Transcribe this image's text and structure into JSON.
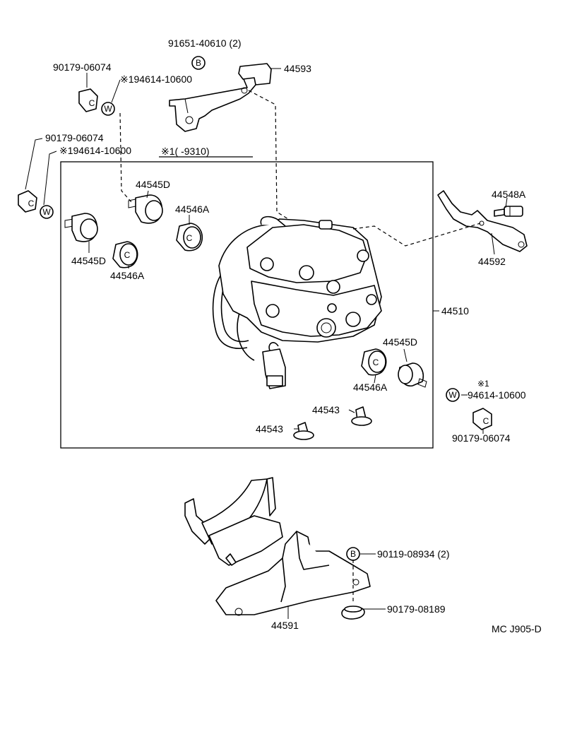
{
  "labels": {
    "p91651": "91651-40610 (2)",
    "p90179_a": "90179-06074",
    "p194614_a": "※194614-10600",
    "p44593": "44593",
    "p90179_b": "90179-06074",
    "p194614_b": "※194614-10600",
    "note1": "※1(       -9310)",
    "p44545D_a": "44545D",
    "p44546A_a": "44546A",
    "p44548A": "44548A",
    "p44545D_b": "44545D",
    "p44546A_b": "44546A",
    "p44592": "44592",
    "p44510": "44510",
    "p44545D_c": "44545D",
    "p44546A_c": "44546A",
    "note1_right": "※1",
    "p94614_c": "94614-10600",
    "p44543_a": "44543",
    "p44543_b": "44543",
    "p90179_c": "90179-06074",
    "p90119": "90119-08934 (2)",
    "p44591": "44591",
    "p90179_d": "90179-08189",
    "doc_code": "MC J905-D"
  },
  "symbols": {
    "bolt": "B",
    "washer": "W",
    "nut": "C"
  }
}
